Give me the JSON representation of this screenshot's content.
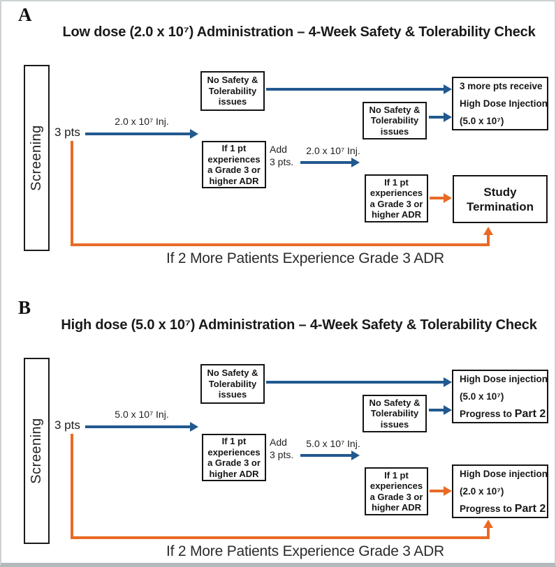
{
  "colors": {
    "blue": "#21598F",
    "orange": "#E96A25",
    "box_border": "#141414"
  },
  "panels": [
    {
      "label": "A",
      "title": "Low dose (2.0 x 10⁷) Administration – 4-Week Safety & Tolerability Check",
      "screening_label": "Screening",
      "pts_label": "3 pts",
      "inj_label_1": "2.0 x 10⁷ Inj.",
      "no_safety_box_1": "No Safety &\nTolerability\nissues",
      "grade3_box_1": "If 1 pt\nexperiences\na Grade 3 or\nhigher ADR",
      "add_label": "Add\n3 pts.",
      "inj_label_2": "2.0 x 10⁷ Inj.",
      "no_safety_box_2": "No Safety &\nTolerability\nissues",
      "grade3_box_2": "If 1 pt\nexperiences\na Grade 3 or\nhigher ADR",
      "outcome_top_lines": [
        "3 more pts receive",
        "High Dose Injection",
        "(5.0 x 10⁷)"
      ],
      "outcome_bottom_text": "Study\nTermination",
      "escape_label": "If 2 More Patients Experience Grade 3 ADR"
    },
    {
      "label": "B",
      "title": "High dose (5.0 x 10⁷) Administration – 4-Week Safety & Tolerability Check",
      "screening_label": "Screening",
      "pts_label": "3 pts",
      "inj_label_1": "5.0 x 10⁷ Inj.",
      "no_safety_box_1": "No Safety &\nTolerability\nissues",
      "grade3_box_1": "If 1 pt\nexperiences\na Grade 3 or\nhigher ADR",
      "add_label": "Add\n3 pts.",
      "inj_label_2": "5.0 x 10⁷ Inj.",
      "no_safety_box_2": "No Safety &\nTolerability\nissues",
      "grade3_box_2": "If 1 pt\nexperiences\na Grade 3 or\nhigher ADR",
      "outcome_top_lines": [
        "High Dose injection",
        "(5.0 x 10⁷)"
      ],
      "outcome_top_progress_prefix": "Progress to ",
      "outcome_top_progress_part": "Part 2",
      "outcome_bottom_lines": [
        "High Dose injection",
        "(2.0 x 10⁷)"
      ],
      "outcome_bottom_progress_prefix": "Progress to ",
      "outcome_bottom_progress_part": "Part 2",
      "escape_label": "If 2 More Patients Experience Grade 3 ADR"
    }
  ]
}
